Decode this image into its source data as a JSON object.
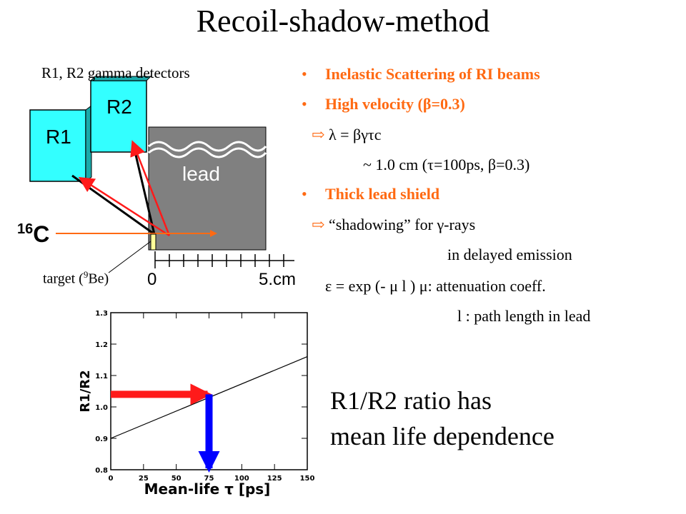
{
  "title": "Recoil-shadow-method",
  "setup": {
    "detectors_caption": "R1, R2 gamma detectors",
    "r1_label": "R1",
    "r2_label": "R2",
    "lead_label": "lead",
    "beam_mass": "16",
    "beam_element": "C",
    "target_prefix": "target (",
    "target_mass": "9",
    "target_suffix": "Be)",
    "scale_start": "0",
    "scale_end": "5.cm"
  },
  "bullets": [
    {
      "text": "Inelastic Scattering of RI beams"
    },
    {
      "text": "High velocity (β=0.3)"
    },
    {
      "text": "Thick lead shield"
    }
  ],
  "arrow_glyph": "⇨",
  "body_lines": {
    "l1": "λ = βγτc",
    "l2": "~ 1.0 cm (τ=100ps, β=0.3)",
    "l3": "“shadowing” for γ-rays",
    "l4": "in delayed emission",
    "l5": "ε = exp (- μ l )  μ: attenuation coeff.",
    "l6": "l : path length in lead"
  },
  "conclusion": {
    "line1": "R1/R2 ratio has",
    "line2": "mean life dependence"
  },
  "colors": {
    "accent": "#ff6a13",
    "detector_fill": "#33ffff",
    "lead_fill": "#808080",
    "red_arrow": "#ff1a1a",
    "blue_arrow": "#0000ff",
    "target_fill": "#ffff99"
  },
  "chart_data": {
    "type": "line",
    "title": "",
    "xlabel": "Mean-life τ [ps]",
    "ylabel": "R1/R2",
    "xlim": [
      0,
      150
    ],
    "ylim": [
      0.8,
      1.3
    ],
    "x_ticks": [
      "0",
      "25",
      "50",
      "75",
      "100",
      "125",
      "150"
    ],
    "y_ticks": [
      "0.8",
      "0.9",
      "1.0",
      "1.1",
      "1.2",
      "1.3"
    ],
    "series": [
      {
        "x": [
          0,
          150
        ],
        "y": [
          0.9,
          1.16
        ]
      }
    ],
    "annotations": [
      {
        "type": "horizontal-arrow",
        "color": "red",
        "from_x": 0,
        "to_x": 75,
        "y": 1.04
      },
      {
        "type": "vertical-arrow",
        "color": "blue",
        "x": 75,
        "from_y": 1.04,
        "to_y": 0.8
      }
    ]
  }
}
